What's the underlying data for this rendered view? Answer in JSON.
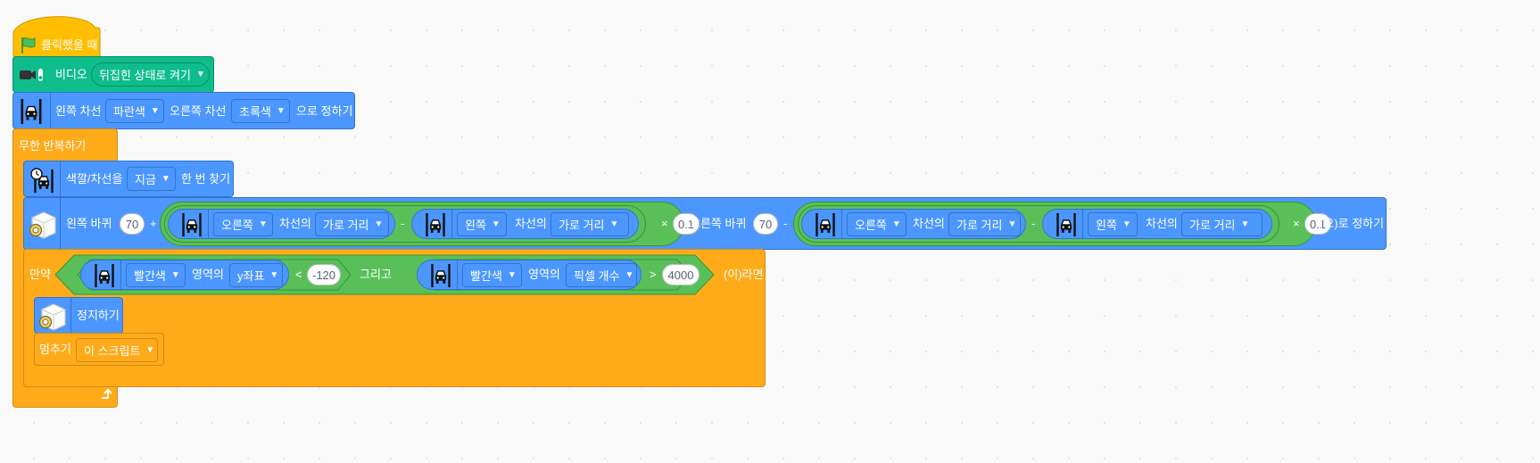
{
  "event": {
    "when_clicked": "클릭했을 때"
  },
  "video": {
    "label": "비디오",
    "mode": "뒤집힌 상태로 켜기"
  },
  "set_lanes": {
    "left_label": "왼쪽 차선",
    "left_color": "파란색",
    "right_label": "오른쪽 차선",
    "right_color": "초록색",
    "suffix": "으로 정하기"
  },
  "forever": {
    "label": "무한 반복하기"
  },
  "find": {
    "label": "색깔/차선을",
    "when": "지금",
    "suffix": "한 번 찾기"
  },
  "wheels": {
    "left_label": "왼쪽 바퀴",
    "left_base": "70",
    "plus": "+",
    "minus": "-",
    "times": "×",
    "lane_of": "차선의",
    "distance": "가로 거리",
    "right_side": "오른쪽",
    "left_side": "왼쪽",
    "factor": "0.1",
    "right_label": "오른쪽 바퀴",
    "right_base": "70",
    "suffix": "(으)로 정하기"
  },
  "if_block": {
    "label": "만약",
    "color1": "빨간색",
    "area_of": "영역의",
    "measure1": "y좌표",
    "lt": "<",
    "value1": "-120",
    "and": "그리고",
    "color2": "빨간색",
    "measure2": "픽셀 개수",
    "gt": ">",
    "value2": "4000",
    "suffix": "(이)라면"
  },
  "stop_robot": {
    "label": "정지하기"
  },
  "stop": {
    "label": "멈추기",
    "option": "이 스크립트"
  },
  "colors": {
    "event": "#ffbf00",
    "control": "#ffab19",
    "motion": "#4c97ff",
    "video": "#0fbd8c",
    "operator": "#59c059"
  },
  "icons": [
    "green-flag-icon",
    "video-camera-icon",
    "lane-car-icon",
    "timer-lane-icon",
    "robot-icon",
    "dropdown-arrow-icon",
    "loop-arrow-icon"
  ]
}
